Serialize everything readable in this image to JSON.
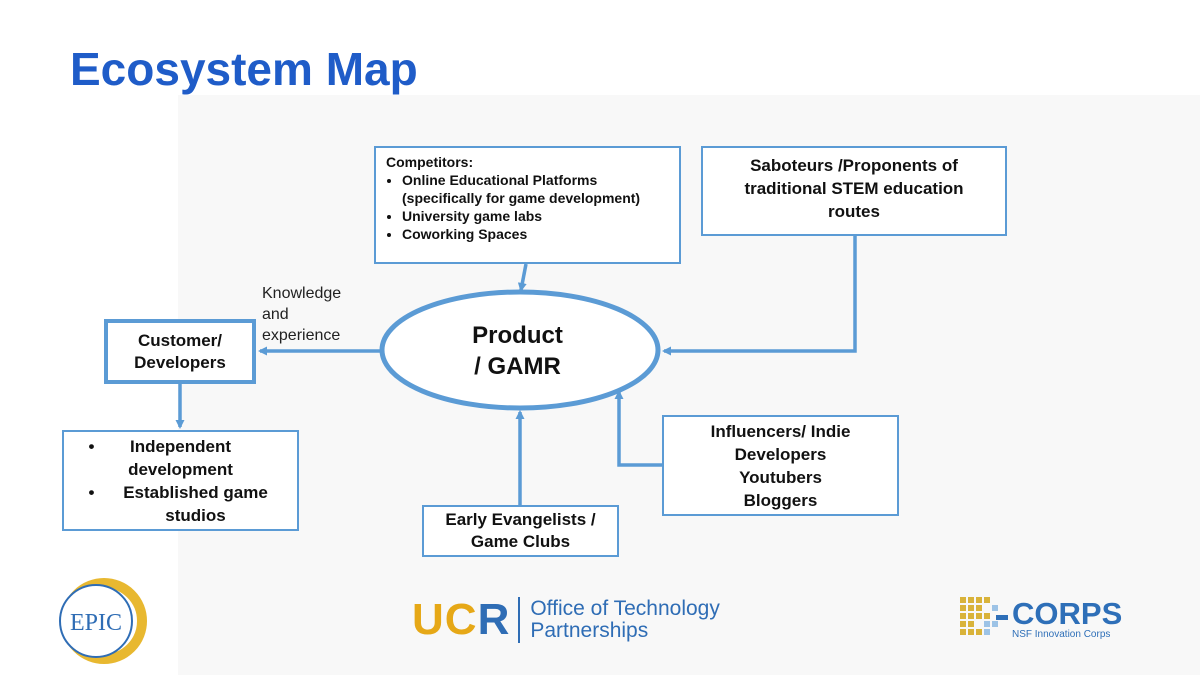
{
  "slide": {
    "title": "Ecosystem Map"
  },
  "product": {
    "line1": "Product",
    "line2": "/ GAMR"
  },
  "competitors": {
    "heading": "Competitors:",
    "items": [
      "Online Educational Platforms (specifically for game development)",
      "University game labs",
      "Coworking Spaces"
    ]
  },
  "saboteurs": {
    "label": "Saboteurs /Proponents of traditional STEM education routes"
  },
  "customer": {
    "label": "Customer/ Developers"
  },
  "developments": {
    "items": [
      "Independent development",
      "Established game studios"
    ]
  },
  "evangelists": {
    "label": "Early Evangelists / Game Clubs"
  },
  "influencers": {
    "lines": [
      "Influencers/ Indie",
      "Developers",
      "Youtubers",
      "Bloggers"
    ]
  },
  "edge_label": {
    "lines": [
      "Knowledge",
      "and",
      "experience"
    ]
  },
  "logos": {
    "epic": "EPIC",
    "ucr": {
      "letters_main": "UC",
      "letters_accent": "R",
      "line1": "Office of Technology",
      "line2": "Partnerships"
    },
    "icorps": {
      "word": "CORPS",
      "subtitle": "NSF Innovation Corps"
    }
  },
  "colors": {
    "title": "#1f5cc8",
    "line": "#5b9bd5",
    "logo_gold": "#e6a817",
    "logo_blue": "#2f6db5"
  }
}
